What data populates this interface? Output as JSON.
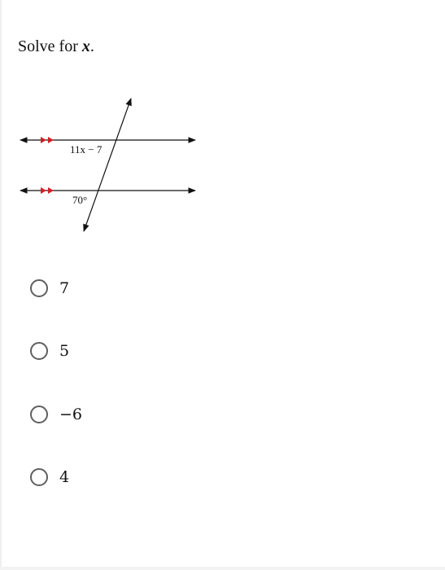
{
  "question": {
    "prefix": "Solve for ",
    "variable": "x",
    "suffix": "."
  },
  "figure": {
    "top_line_label": "11x − 7",
    "bottom_line_label": "70°",
    "parallel_mark_color": "#d0202a",
    "line_color": "#111111"
  },
  "choices": [
    {
      "label": "7",
      "selected": false
    },
    {
      "label": "5",
      "selected": false
    },
    {
      "label": "−6",
      "selected": false
    },
    {
      "label": "4",
      "selected": false
    }
  ]
}
